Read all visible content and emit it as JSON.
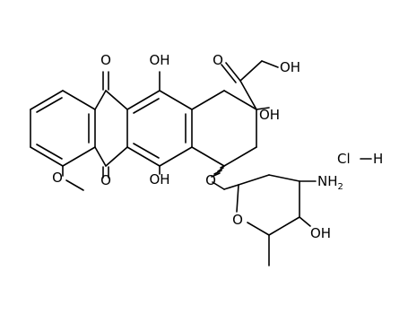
{
  "molecule": {
    "colors": {
      "bond": "#000000",
      "oxygen": "#ff0d0d",
      "nitrogen": "#3050f8",
      "chlorine": "#1ff01f",
      "carbon_label": "#000000"
    },
    "labels": {
      "quinone_oxygen_top": "O",
      "quinone_oxygen_bottom": "O",
      "phenol_oh_top": "OH",
      "phenol_oh_bottom": "OH",
      "ketone_oxygen": "O",
      "side_chain_oh": "OH",
      "tertiary_oh": "OH",
      "methoxy_oxygen": "O",
      "glycosidic_oxygen": "O",
      "ring_oxygen": "O",
      "amine_symbol": "NH",
      "amine_subscript": "2",
      "sugar_oh": "OH",
      "chlorine_symbol": "Cl",
      "hydrogen_symbol": "H"
    }
  }
}
